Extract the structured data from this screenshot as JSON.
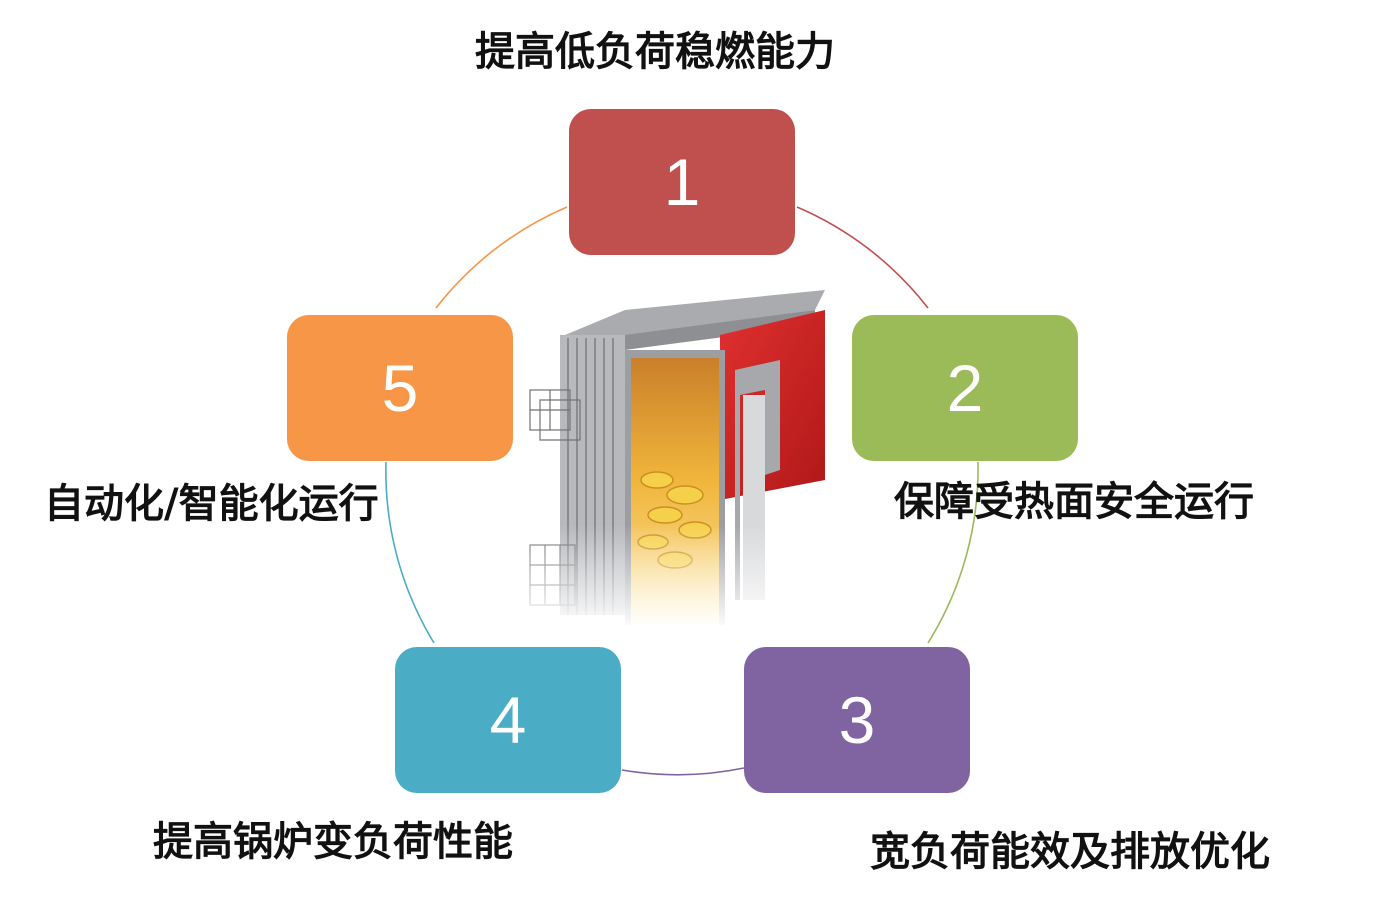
{
  "nodes": [
    {
      "number": "1",
      "label": "提高低负荷稳燃能力",
      "color": "#C0504D"
    },
    {
      "number": "2",
      "label": "保障受热面安全运行",
      "color": "#9BBB59"
    },
    {
      "number": "3",
      "label": "宽负荷能效及排放优化",
      "color": "#8064A2"
    },
    {
      "number": "4",
      "label": "提高锅炉变负荷性能",
      "color": "#4BACC6"
    },
    {
      "number": "5",
      "label": "自动化/智能化运行",
      "color": "#F79646"
    }
  ]
}
